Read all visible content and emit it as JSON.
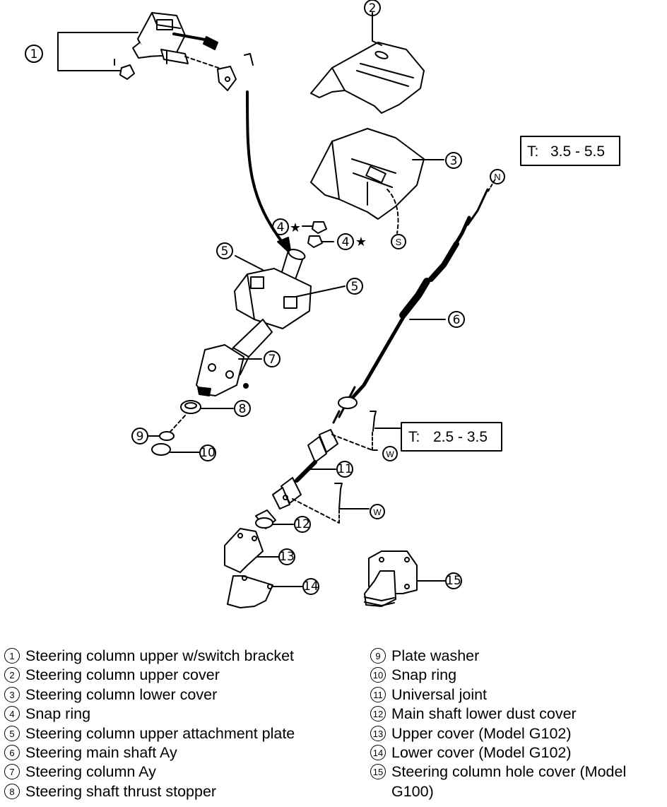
{
  "torque": [
    {
      "label": "T:",
      "value": "3.5 - 5.5"
    },
    {
      "label": "T:",
      "value": "2.5 - 3.5"
    }
  ],
  "symbols": {
    "n": "N",
    "s": "S",
    "w": "W",
    "star": "★"
  },
  "callouts": [
    "1",
    "2",
    "3",
    "4",
    "5",
    "6",
    "7",
    "8",
    "9",
    "10",
    "11",
    "12",
    "13",
    "14",
    "15"
  ],
  "legend_left": [
    {
      "num": "1",
      "text": "Steering column upper w/switch bracket"
    },
    {
      "num": "2",
      "text": "Steering column upper cover"
    },
    {
      "num": "3",
      "text": "Steering column lower cover"
    },
    {
      "num": "4",
      "text": "Snap ring"
    },
    {
      "num": "5",
      "text": "Steering column upper attachment plate"
    },
    {
      "num": "6",
      "text": "Steering main shaft Ay"
    },
    {
      "num": "7",
      "text": "Steering column Ay"
    },
    {
      "num": "8",
      "text": "Steering shaft thrust stopper"
    }
  ],
  "legend_right": [
    {
      "num": "9",
      "text": "Plate washer"
    },
    {
      "num": "10",
      "text": "Snap ring"
    },
    {
      "num": "11",
      "text": "Universal joint"
    },
    {
      "num": "12",
      "text": "Main shaft lower dust cover"
    },
    {
      "num": "13",
      "text": "Upper cover (Model G102)"
    },
    {
      "num": "14",
      "text": "Lower cover (Model G102)"
    },
    {
      "num": "15",
      "text": "Steering column hole cover (Model G100)"
    }
  ]
}
